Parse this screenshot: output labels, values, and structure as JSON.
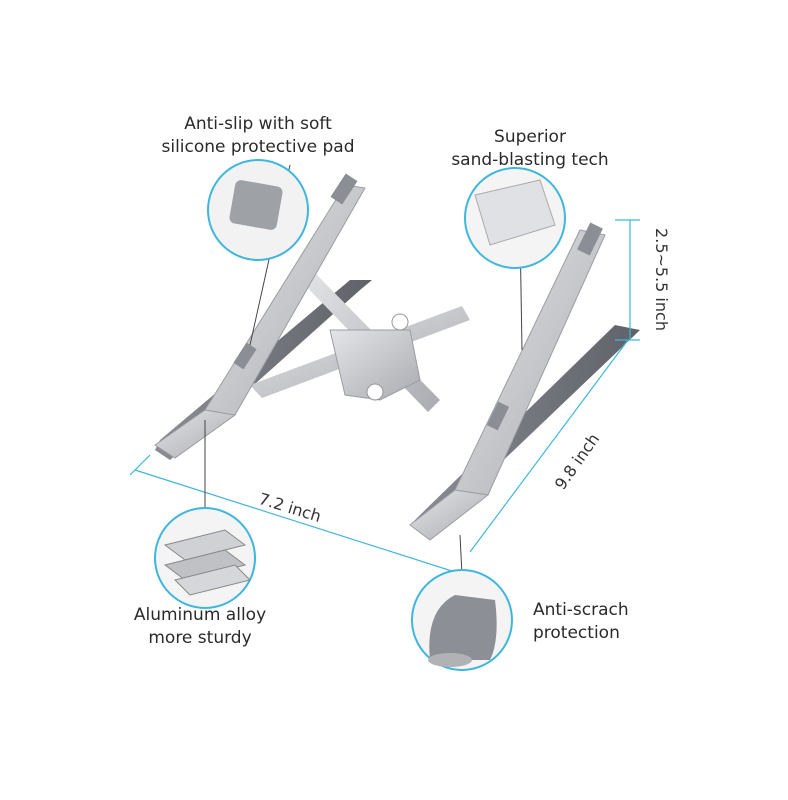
{
  "features": [
    {
      "line1": "Anti-slip with soft",
      "line2": "silicone protective pad"
    },
    {
      "line1": "Superior",
      "line2": "sand-blasting tech"
    },
    {
      "line1": "Aluminum alloy",
      "line2": "more sturdy"
    },
    {
      "line1": "Anti-scrach",
      "line2": "protection"
    }
  ],
  "dimensions": {
    "width": "7.2 inch",
    "depth": "9.8 inch",
    "height": "2.5~5.5 inch"
  },
  "colors": {
    "accent": "#3fb6dc",
    "metal": "#c9cbcf",
    "metal_dark": "#6f7278"
  }
}
